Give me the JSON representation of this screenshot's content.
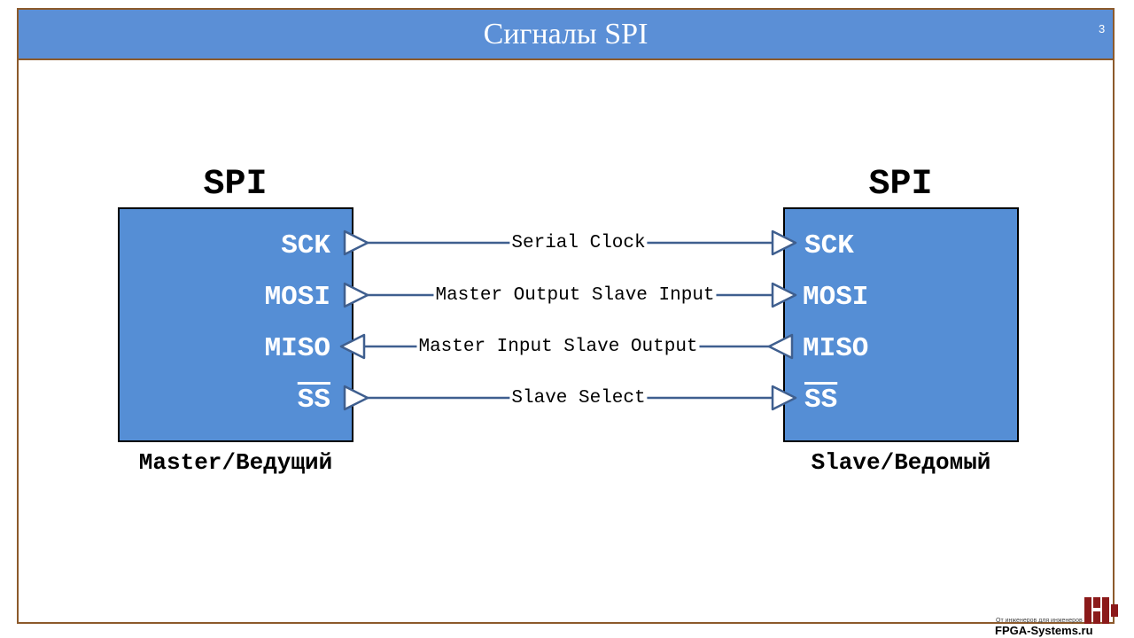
{
  "slide": {
    "title": "Сигналы SPI",
    "number": "3"
  },
  "master": {
    "block_title": "SPI",
    "caption": "Master/Ведущий",
    "pins": [
      "SCK",
      "MOSI",
      "MISO",
      "SS"
    ]
  },
  "slave": {
    "block_title": "SPI",
    "caption": "Slave/Ведомый",
    "pins": [
      "SCK",
      "MOSI",
      "MISO",
      "SS"
    ]
  },
  "signals": [
    {
      "label": "Serial Clock",
      "direction": "master-to-slave"
    },
    {
      "label": "Master Output Slave Input",
      "direction": "master-to-slave"
    },
    {
      "label": "Master Input Slave Output",
      "direction": "slave-to-master"
    },
    {
      "label": "Slave Select",
      "direction": "master-to-slave"
    }
  ],
  "logo": {
    "tagline": "От инженеров для инженеров",
    "name": "FPGA-Systems.ru"
  },
  "colors": {
    "title_bar": "#5b8fd6",
    "block_fill": "#558ed5",
    "wire": "#3f5f8f",
    "frame": "#8c5a2b"
  }
}
